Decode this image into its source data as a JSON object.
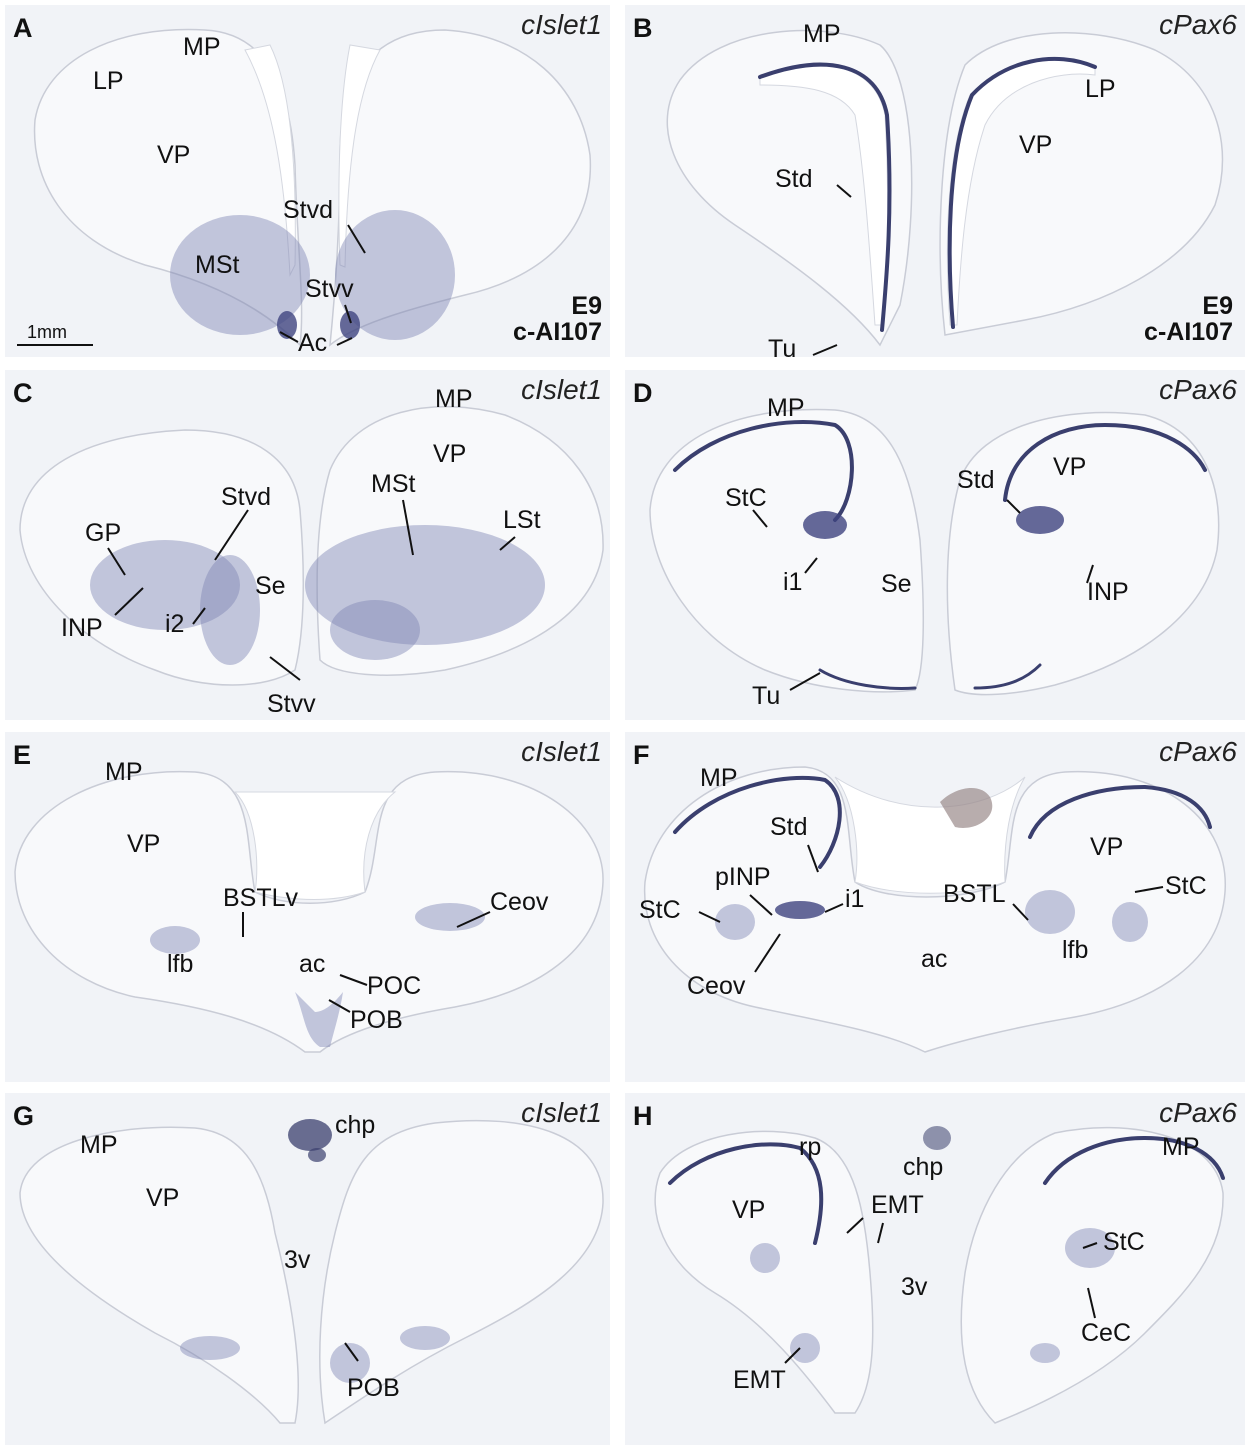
{
  "panels": {
    "A": {
      "letter": "A",
      "gene": "cIslet1",
      "stage": "E9",
      "line": "c-AI107",
      "scale_bar": "1mm",
      "labels": {
        "MP": "MP",
        "LP": "LP",
        "VP": "VP",
        "Stvd": "Stvd",
        "MSt": "MSt",
        "Stvv": "Stvv",
        "Ac": "Ac"
      }
    },
    "B": {
      "letter": "B",
      "gene": "cPax6",
      "stage": "E9",
      "line": "c-AI107",
      "labels": {
        "MP": "MP",
        "LP": "LP",
        "VP": "VP",
        "Std": "Std",
        "Tu": "Tu"
      }
    },
    "C": {
      "letter": "C",
      "gene": "cIslet1",
      "labels": {
        "MP": "MP",
        "VP": "VP",
        "MSt": "MSt",
        "LSt": "LSt",
        "Stvd": "Stvd",
        "GP": "GP",
        "Se": "Se",
        "INP": "INP",
        "i2": "i2",
        "Stvv": "Stvv"
      }
    },
    "D": {
      "letter": "D",
      "gene": "cPax6",
      "labels": {
        "MP": "MP",
        "StC": "StC",
        "Std": "Std",
        "VP": "VP",
        "i1": "i1",
        "Se": "Se",
        "INP": "INP",
        "Tu": "Tu"
      }
    },
    "E": {
      "letter": "E",
      "gene": "cIslet1",
      "labels": {
        "MP": "MP",
        "VP": "VP",
        "BSTLv": "BSTLv",
        "Ceov": "Ceov",
        "lfb": "lfb",
        "ac": "ac",
        "POC": "POC",
        "POB": "POB"
      }
    },
    "F": {
      "letter": "F",
      "gene": "cPax6",
      "labels": {
        "MP": "MP",
        "Std": "Std",
        "VP": "VP",
        "pINP": "pINP",
        "i1": "i1",
        "BSTL": "BSTL",
        "StC_left": "StC",
        "StC_right": "StC",
        "lfb": "lfb",
        "ac": "ac",
        "Ceov": "Ceov"
      }
    },
    "G": {
      "letter": "G",
      "gene": "cIslet1",
      "labels": {
        "MP": "MP",
        "chp": "chp",
        "VP": "VP",
        "3v": "3v",
        "POB": "POB"
      }
    },
    "H": {
      "letter": "H",
      "gene": "cPax6",
      "labels": {
        "rp": "rp",
        "chp": "chp",
        "MP": "MP",
        "EMT_top": "EMT",
        "VP": "VP",
        "StC": "StC",
        "3v": "3v",
        "CeC": "CeC",
        "EMT_bottom": "EMT"
      }
    }
  }
}
